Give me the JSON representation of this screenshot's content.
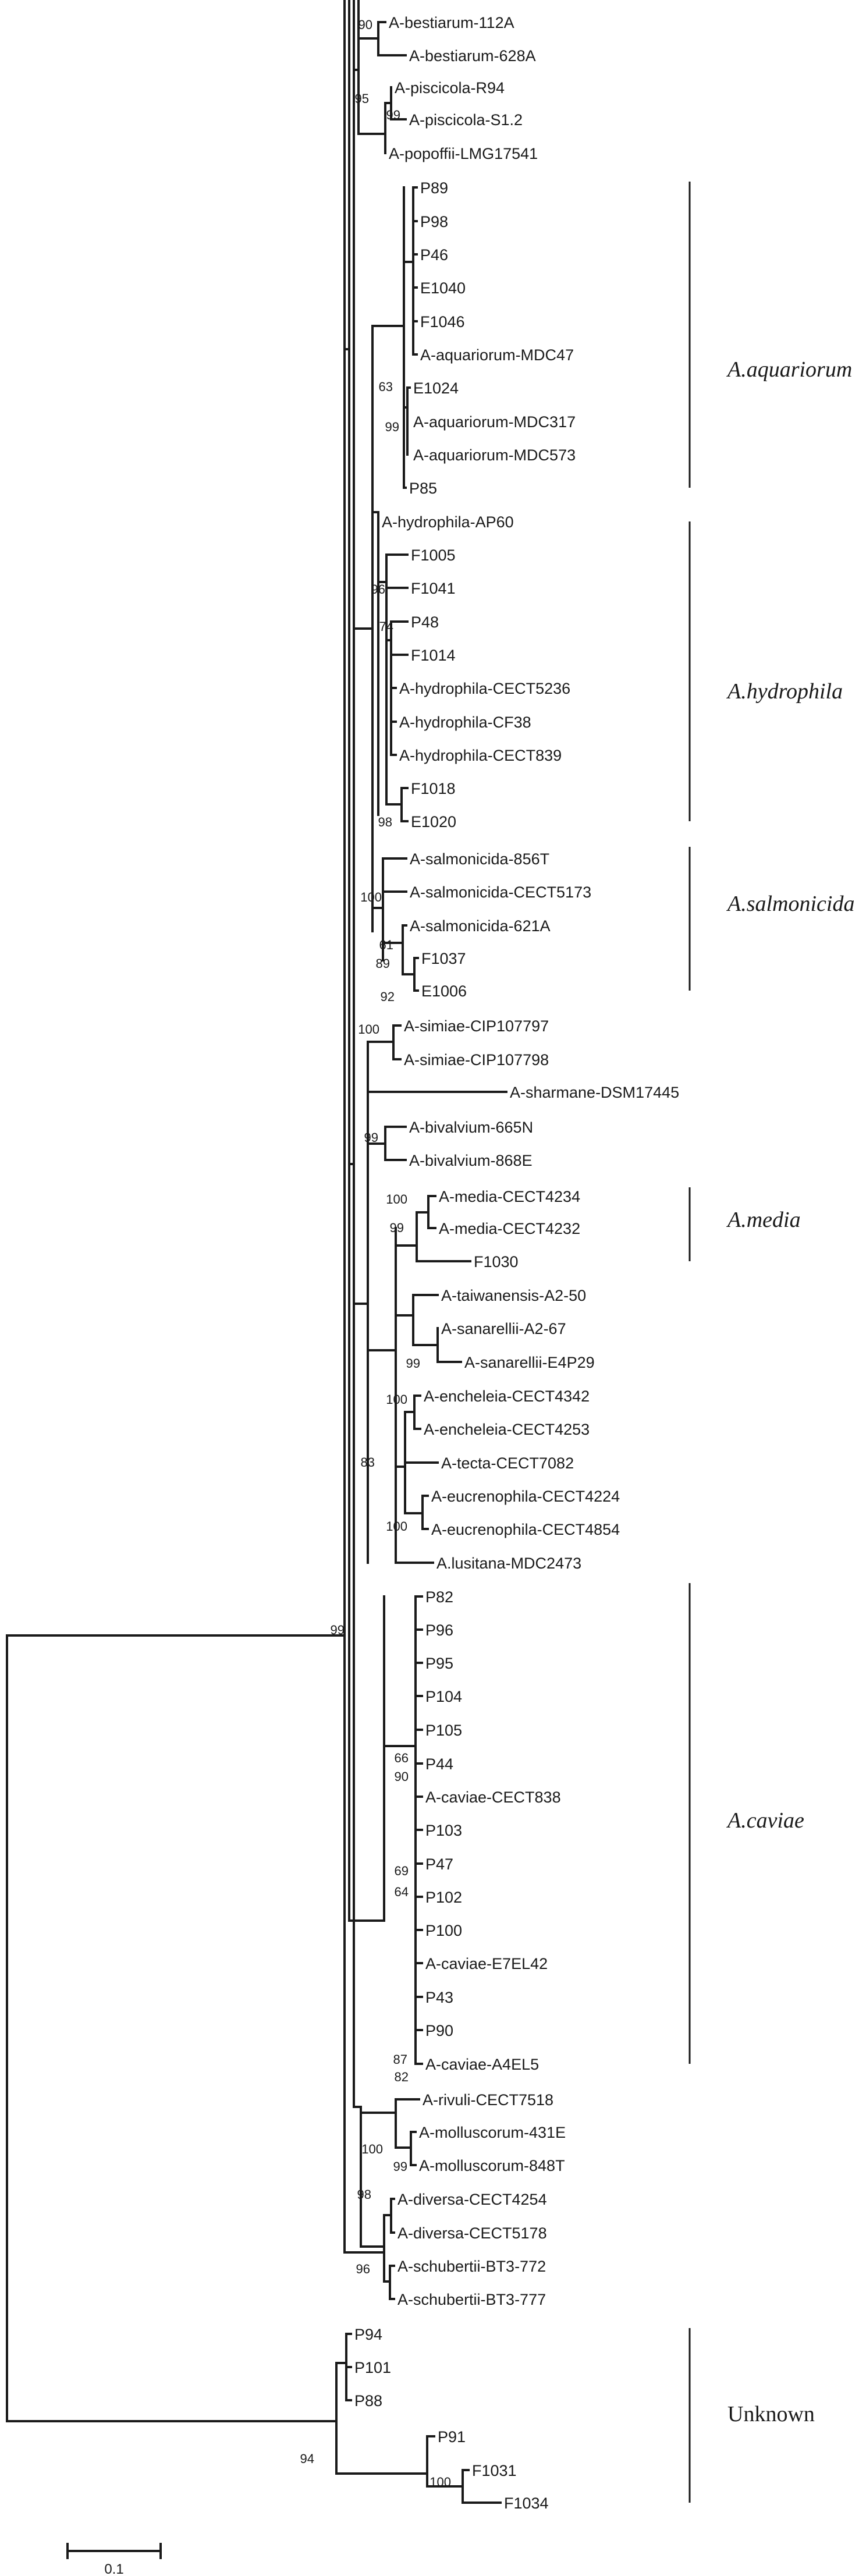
{
  "leaves": [
    "A-bestiarum-112A",
    "A-bestiarum-628A",
    "A-piscicola-R94",
    "A-piscicola-S1.2",
    "A-popoffii-LMG17541",
    "P89",
    "P98",
    "P46",
    "E1040",
    "F1046",
    "A-aquariorum-MDC47",
    "E1024",
    "A-aquariorum-MDC317",
    "A-aquariorum-MDC573",
    "P85",
    "A-hydrophila-AP60",
    "F1005",
    "F1041",
    "P48",
    "F1014",
    "A-hydrophila-CECT5236",
    "A-hydrophila-CF38",
    "A-hydrophila-CECT839",
    "F1018",
    "E1020",
    "A-salmonicida-856T",
    "A-salmonicida-CECT5173",
    "A-salmonicida-621A",
    "F1037",
    "E1006",
    "A-simiae-CIP107797",
    "A-simiae-CIP107798",
    "A-sharmane-DSM17445",
    "A-bivalvium-665N",
    "A-bivalvium-868E",
    "A-media-CECT4234",
    "A-media-CECT4232",
    "F1030",
    "A-taiwanensis-A2-50",
    "A-sanarellii-A2-67",
    "A-sanarellii-E4P29",
    "A-encheleia-CECT4342",
    "A-encheleia-CECT4253",
    "A-tecta-CECT7082",
    "A-eucrenophila-CECT4224",
    "A-eucrenophila-CECT4854",
    "A.lusitana-MDC2473",
    "P82",
    "P96",
    "P95",
    "P104",
    "P105",
    "P44",
    "A-caviae-CECT838",
    "P103",
    "P47",
    "P102",
    "P100",
    "A-caviae-E7EL42",
    "P43",
    "P90",
    "A-caviae-A4EL5",
    "A-rivuli-CECT7518",
    "A-molluscorum-431E",
    "A-molluscorum-848T",
    "A-diversa-CECT4254",
    "A-diversa-CECT5178",
    "A-schubertii-BT3-772",
    "A-schubertii-BT3-777",
    "P94",
    "P101",
    "P88",
    "P91",
    "F1031",
    "F1034"
  ],
  "bootstrap": [
    "90",
    "95",
    "99",
    "63",
    "99",
    "96",
    "74",
    "98",
    "100",
    "61",
    "89",
    "92",
    "100",
    "99",
    "100",
    "99",
    "99",
    "100",
    "83",
    "100",
    "99",
    "66",
    "90",
    "69",
    "64",
    "87",
    "82",
    "100",
    "99",
    "98",
    "96",
    "94",
    "100"
  ],
  "clades": [
    "A.aquariorum",
    "A.hydrophila",
    "A.salmonicida",
    "A.media",
    "A.caviae",
    "Unknown"
  ],
  "scale_bar": {
    "label": "0.1",
    "value": 0.1
  }
}
